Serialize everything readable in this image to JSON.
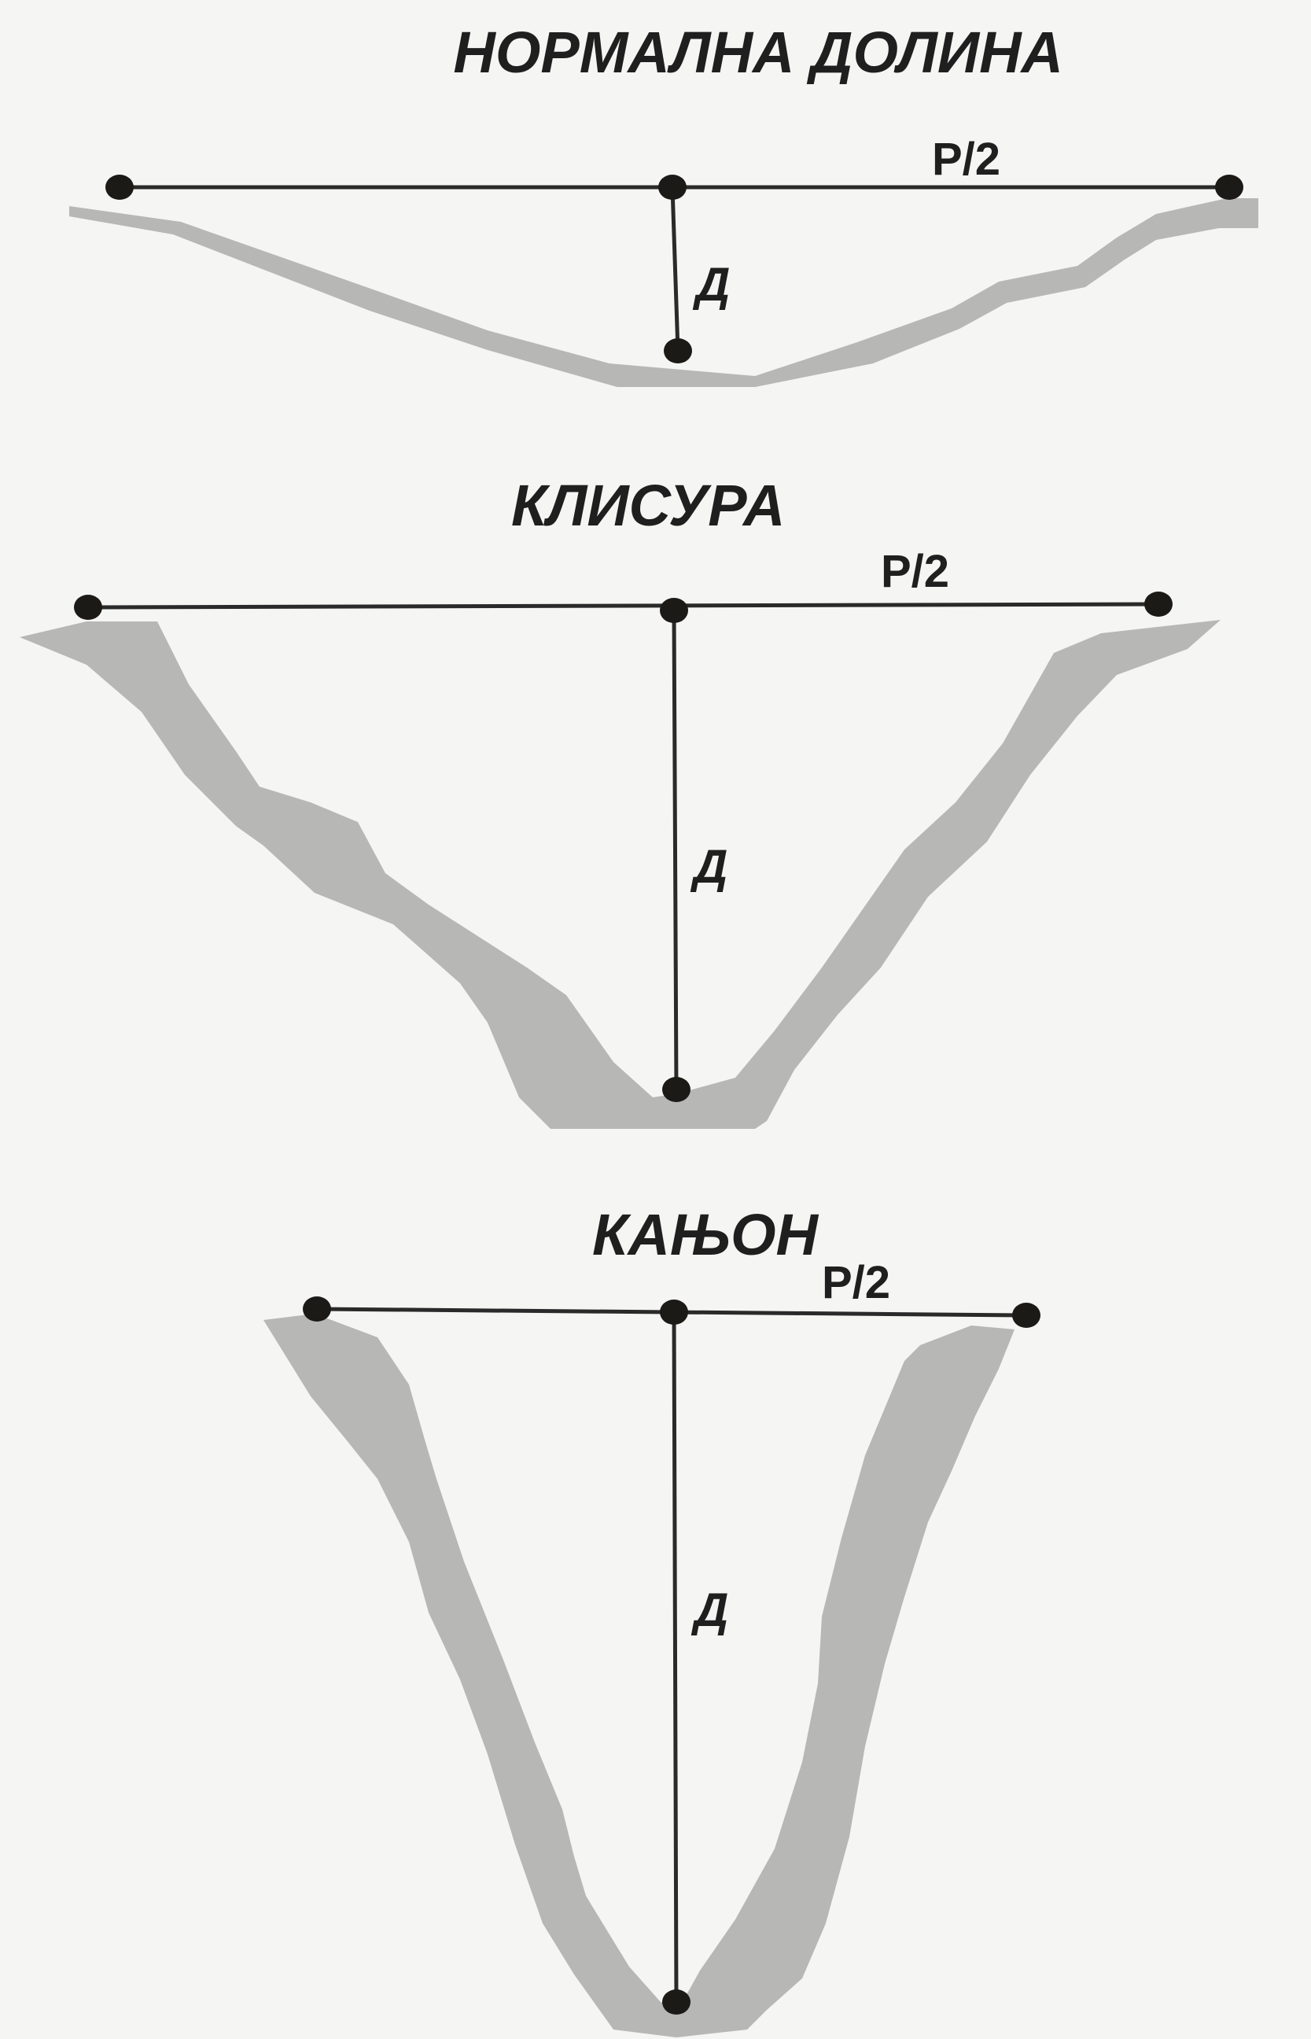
{
  "diagrams": [
    {
      "id": "normal-valley",
      "title": "НОРМАЛНА ДОЛИНА",
      "width_label": "Р/2",
      "depth_label": "Д"
    },
    {
      "id": "gorge",
      "title": "КЛИСУРА",
      "width_label": "Р/2",
      "depth_label": "Д"
    },
    {
      "id": "canyon",
      "title": "КАЊОН",
      "width_label": "Р/2",
      "depth_label": "Д"
    }
  ],
  "colors": {
    "background": "#f5f5f3",
    "terrain": "#b7b7b5",
    "lines": "#2a2a2a",
    "points": "#1c1a16"
  }
}
